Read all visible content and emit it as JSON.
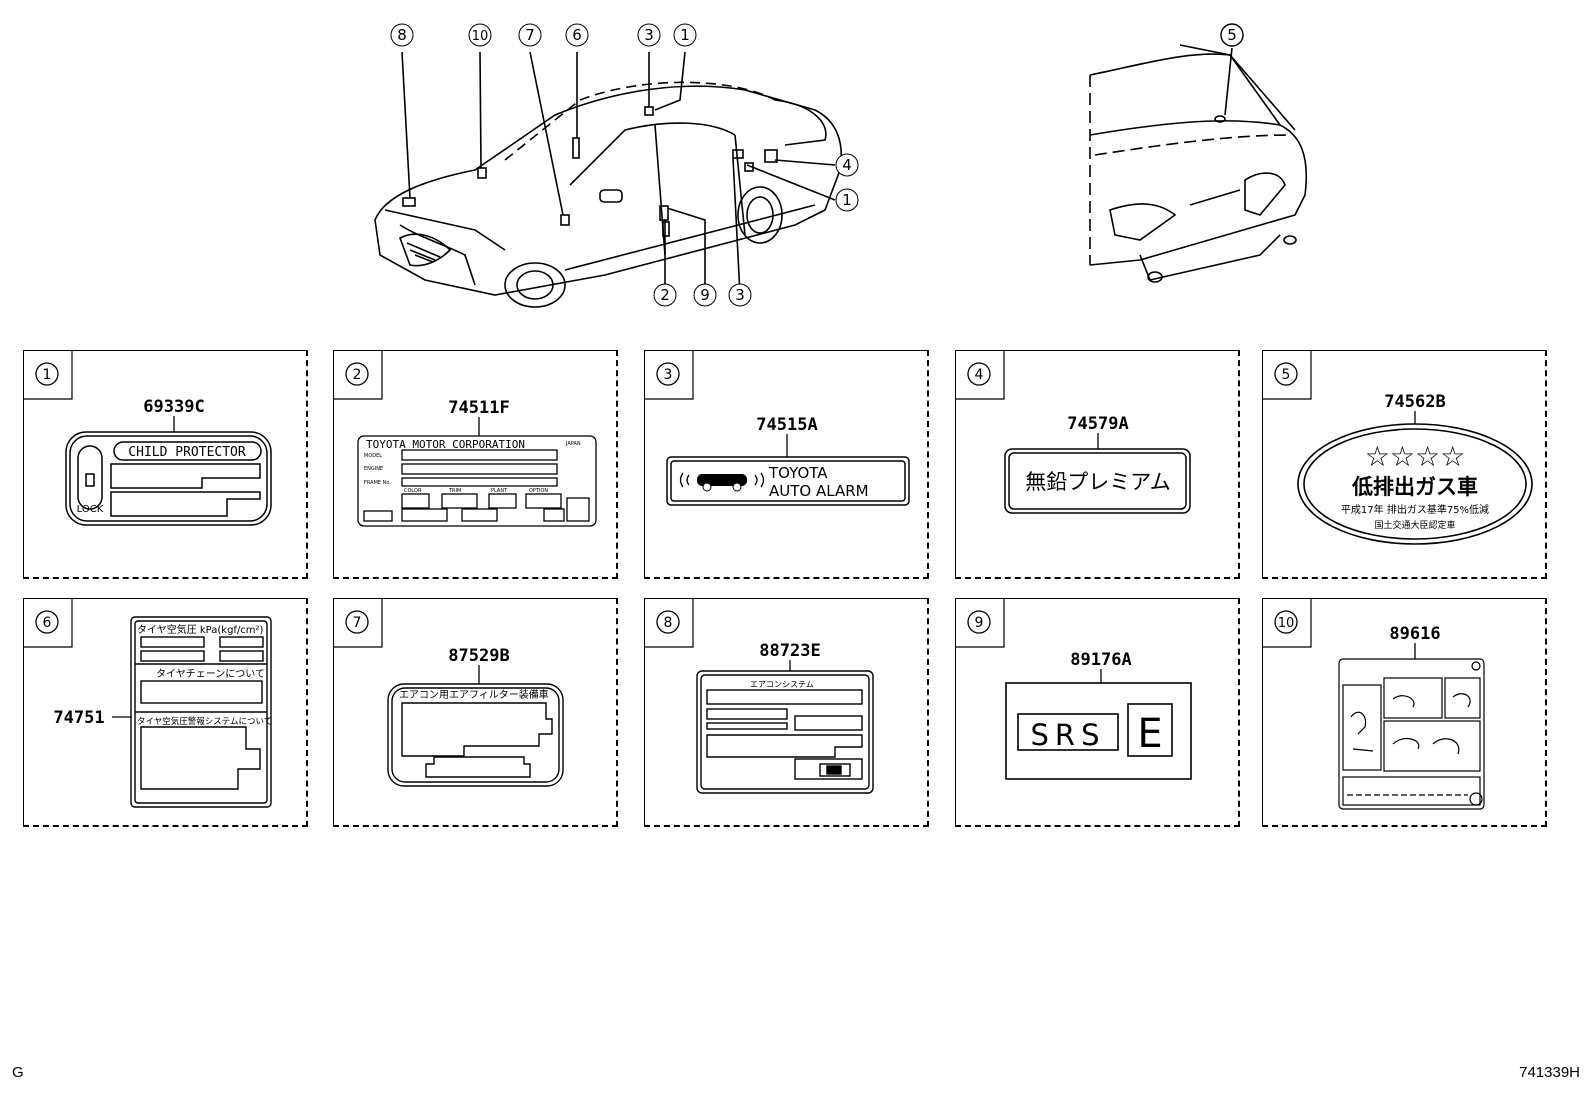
{
  "diagram": {
    "top_left_callouts": [
      "8",
      "10",
      "7",
      "6",
      "3",
      "1",
      "4",
      "1",
      "2",
      "9",
      "3"
    ],
    "top_right_callouts": [
      "5"
    ]
  },
  "panels": [
    {
      "index": "1",
      "part_no": "69339C",
      "label_lines": [
        "CHILD PROTECTOR",
        "LOCK"
      ]
    },
    {
      "index": "2",
      "part_no": "74511F",
      "label_lines": [
        "TOYOTA MOTOR CORPORATION",
        "JAPAN",
        "MODEL",
        "ENGINE",
        "FRAME No.",
        "COLOR",
        "TRIM",
        "PLANT",
        "OPTION"
      ]
    },
    {
      "index": "3",
      "part_no": "74515A",
      "label_lines": [
        "TOYOTA",
        "AUTO ALARM"
      ]
    },
    {
      "index": "4",
      "part_no": "74579A",
      "label_lines": [
        "無鉛プレミアム"
      ]
    },
    {
      "index": "5",
      "part_no": "74562B",
      "label_lines": [
        "☆☆☆☆",
        "低排出ガス車",
        "平成17年 排出ガス基準75%低減",
        "国土交通大臣認定車"
      ]
    },
    {
      "index": "6",
      "part_no": "74751",
      "label_lines": [
        "タイヤ空気圧 kPa(kgf/cm²)",
        "タイヤチェーンについて",
        "タイヤ空気圧警報システムについて"
      ]
    },
    {
      "index": "7",
      "part_no": "87529B",
      "label_lines": [
        "エアコン用エアフィルター装備車"
      ]
    },
    {
      "index": "8",
      "part_no": "88723E",
      "label_lines": [
        "エアコンシステム"
      ]
    },
    {
      "index": "9",
      "part_no": "89176A",
      "label_lines": [
        "SRS",
        "E"
      ]
    },
    {
      "index": "10",
      "part_no": "89616",
      "label_lines": []
    }
  ],
  "footer": {
    "left": "G",
    "right": "741339H"
  }
}
